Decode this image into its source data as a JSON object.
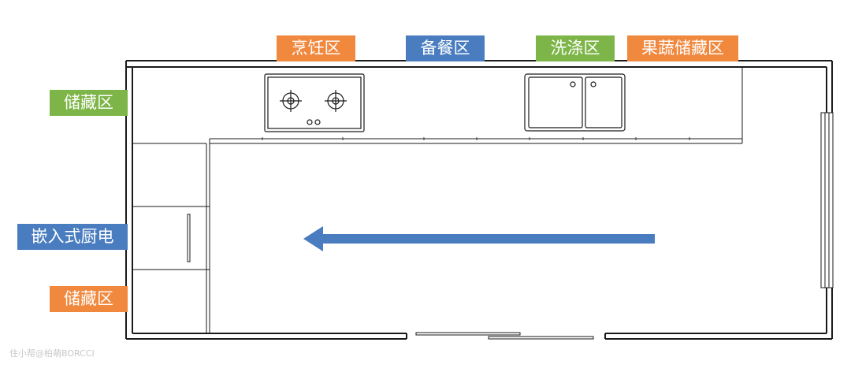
{
  "zones": {
    "cooking": {
      "label": "烹饪区",
      "color": "#F0883E"
    },
    "prep": {
      "label": "备餐区",
      "color": "#4A7DBF"
    },
    "washing": {
      "label": "洗涤区",
      "color": "#7DB548"
    },
    "produce_storage": {
      "label": "果蔬储藏区",
      "color": "#F0883E"
    },
    "storage_upper": {
      "label": "储藏区",
      "color": "#7DB548"
    },
    "built_in_appliances": {
      "label": "嵌入式厨电",
      "color": "#4A7DBF"
    },
    "storage_lower": {
      "label": "储藏区",
      "color": "#F0883E"
    }
  },
  "flow_arrow": {
    "color": "#4A7DBF",
    "direction": "left"
  },
  "watermark": "住小帮@柏萌BORCCI"
}
